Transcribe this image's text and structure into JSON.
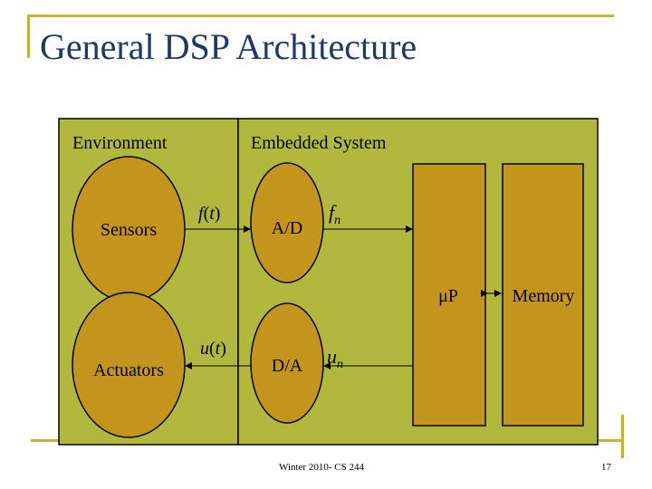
{
  "slide": {
    "title": "General DSP Architecture",
    "footer": "Winter 2010- CS 244",
    "page_number": "17"
  },
  "diagram": {
    "environment_label": "Environment",
    "embedded_label": "Embedded System",
    "sensors": "Sensors",
    "actuators": "Actuators",
    "ad": "A/D",
    "da": "D/A",
    "processor": "μP",
    "memory": "Memory",
    "signal_in_f": "f",
    "signal_in_var": "t",
    "signal_out_u": "u",
    "signal_out_var": "t",
    "fn_base": "f",
    "fn_sub": "n",
    "un_base": "u",
    "un_sub": "n"
  },
  "colors": {
    "panel": "#b2b83e",
    "node": "#c4951c",
    "title": "#1f3864",
    "accent_line": "#c9b03a"
  }
}
